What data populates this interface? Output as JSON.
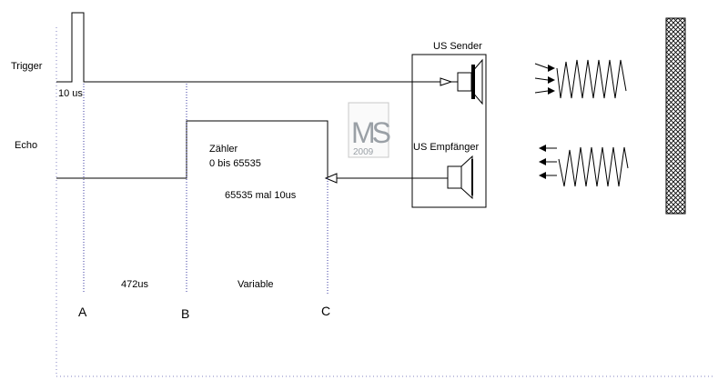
{
  "signals": {
    "trigger_label": "Trigger",
    "echo_label": "Echo",
    "pulse_width_label": "10 us"
  },
  "device": {
    "sender_label": "US Sender",
    "receiver_label": "US Empfänger"
  },
  "counter": {
    "title": "Zähler",
    "range": "0 bis 65535",
    "resolution": "65535 mal 10us"
  },
  "timing": {
    "segment_ab": "472us",
    "segment_bc": "Variable",
    "marker_a": "A",
    "marker_b": "B",
    "marker_c": "C"
  },
  "watermark": {
    "letters": "MS",
    "year": "2009"
  },
  "colors": {
    "line": "#000000",
    "guide": "#3a3aa0",
    "watermark": "#9aa0a6"
  }
}
